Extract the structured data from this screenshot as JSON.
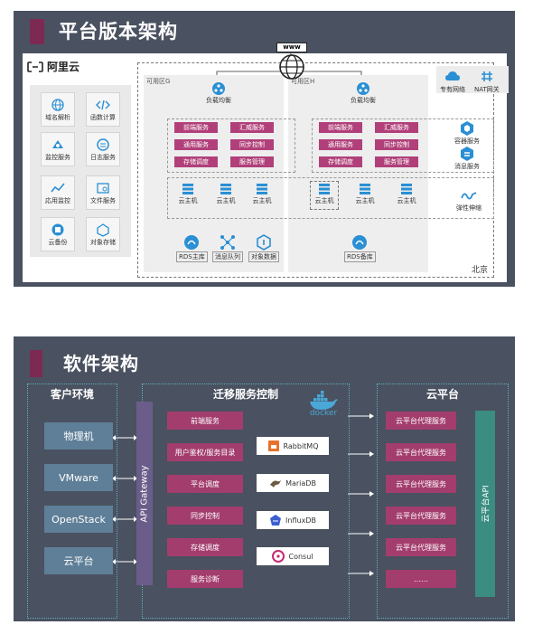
{
  "slide1": {
    "title": "平台版本架构",
    "logo_text": "阿里云",
    "globe_text": "www",
    "region_label": "北京",
    "zone_g_label": "可用区G",
    "zone_h_label": "可用区H",
    "left_services": [
      {
        "label": "域名解析",
        "icon": "globe-icon"
      },
      {
        "label": "函数计算",
        "icon": "code-icon"
      },
      {
        "label": "监控服务",
        "icon": "monitor-icon"
      },
      {
        "label": "日志服务",
        "icon": "log-icon"
      },
      {
        "label": "応用监控",
        "icon": "chart-icon"
      },
      {
        "label": "文件服务",
        "icon": "file-icon"
      },
      {
        "label": "云备份",
        "icon": "backup-icon"
      },
      {
        "label": "对象存储",
        "icon": "storage-icon"
      }
    ],
    "load_balancer_label": "负载均衡",
    "zone_services": [
      "前端服务",
      "汇威服务",
      "通用服务",
      "同步控制",
      "存储调度",
      "服务管理"
    ],
    "host_label": "云主机",
    "data_nodes": [
      {
        "label": "RDS主库",
        "icon": "rds-icon"
      },
      {
        "label": "消息队列",
        "icon": "queue-icon"
      },
      {
        "label": "对象数据",
        "icon": "object-data-icon"
      },
      {
        "label": "RDS备库",
        "icon": "rds-icon"
      }
    ],
    "right_services": [
      {
        "label": "专有网络",
        "icon": "vpc-icon"
      },
      {
        "label": "NAT网关",
        "icon": "nat-icon"
      },
      {
        "label": "容器服务",
        "icon": "container-icon"
      },
      {
        "label": "消息服务",
        "icon": "message-icon"
      },
      {
        "label": "弹性伸缩",
        "icon": "autoscale-icon"
      }
    ]
  },
  "slide2": {
    "title": "软件架构",
    "client_title": "客户环境",
    "clients": [
      "物理机",
      "VMware",
      "OpenStack",
      "云平台"
    ],
    "api_gateway": "API Gateway",
    "migration_title": "迁移服务控制",
    "migration_services": [
      "前端服务",
      "用户鉴权/服务目录",
      "平台调度",
      "同步控制",
      "存储调度",
      "服务诊断"
    ],
    "tech_stack": [
      {
        "label": "RabbitMQ",
        "icon": "rabbitmq-icon"
      },
      {
        "label": "MariaDB",
        "icon": "mariadb-icon"
      },
      {
        "label": "InfluxDB",
        "icon": "influxdb-icon"
      },
      {
        "label": "Consul",
        "icon": "consul-icon"
      }
    ],
    "docker_label": "docker",
    "cloud_title": "云平台",
    "cloud_services": [
      "云平台代理服务",
      "云平台代理服务",
      "云平台代理服务",
      "云平台代理服务",
      "云平台代理服务",
      "……"
    ],
    "cloud_api": "云平台API"
  },
  "colors": {
    "slide_bg": "#4a5160",
    "accent": "#7d2a52",
    "service_pink": "#a33d6e",
    "client_blue": "#5f7f98",
    "gateway_purple": "#6a5d8a",
    "cloud_api_teal": "#3a8d80",
    "icon_blue": "#2a8fd4"
  }
}
